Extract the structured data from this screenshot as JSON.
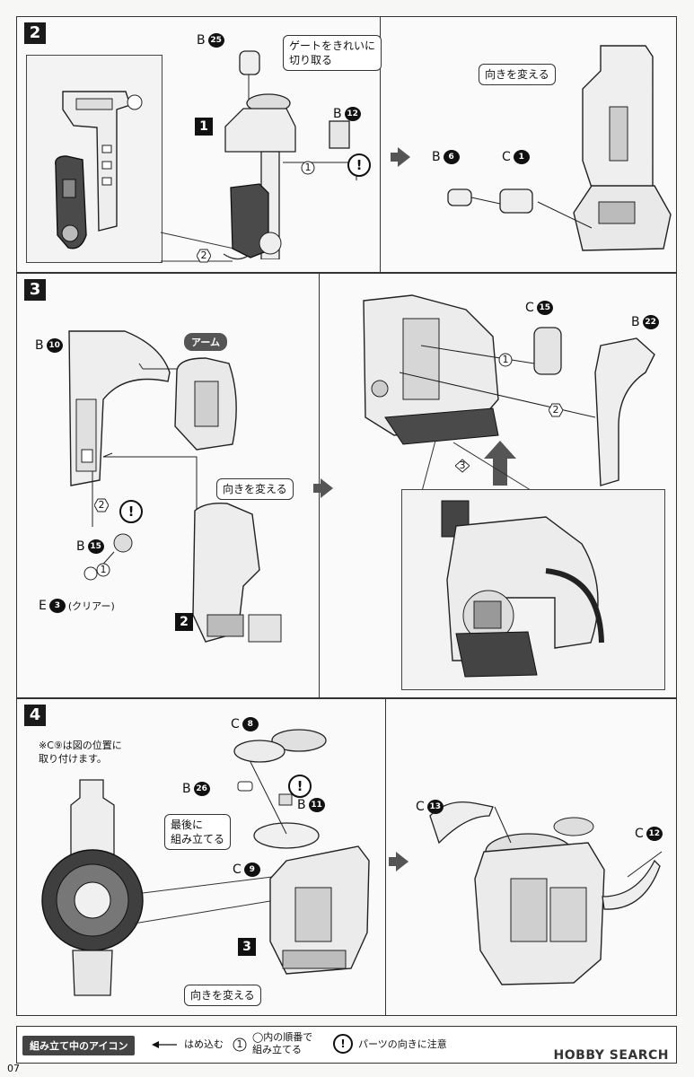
{
  "step2": {
    "number": "2",
    "callout_gate": "ゲートをきれいに\n切り取る",
    "callout_turn": "向きを変える",
    "ref_block": "1",
    "parts": [
      {
        "letter": "B",
        "num": "25"
      },
      {
        "letter": "B",
        "num": "12"
      },
      {
        "letter": "B",
        "num": "6"
      },
      {
        "letter": "C",
        "num": "1"
      }
    ],
    "order": [
      "1",
      "2"
    ],
    "warn": "!"
  },
  "step3": {
    "number": "3",
    "tag_arm": "アーム",
    "callout_turn": "向きを変える",
    "ref_block": "2",
    "parts": [
      {
        "letter": "B",
        "num": "10"
      },
      {
        "letter": "B",
        "num": "15"
      },
      {
        "letter": "C",
        "num": "15"
      },
      {
        "letter": "B",
        "num": "22"
      }
    ],
    "part_e": {
      "letter": "E",
      "num": "3",
      "suffix": "(クリアー)"
    },
    "order": [
      "2",
      "1",
      "1",
      "2",
      "3"
    ],
    "warn": "!"
  },
  "step4": {
    "number": "4",
    "note_c9": "※C⑨は図の位置に\n取り付けます。",
    "callout_last": "最後に\n組み立てる",
    "callout_turn": "向きを変える",
    "ref_block": "3",
    "parts": [
      {
        "letter": "C",
        "num": "8"
      },
      {
        "letter": "B",
        "num": "26"
      },
      {
        "letter": "B",
        "num": "11"
      },
      {
        "letter": "C",
        "num": "9"
      },
      {
        "letter": "C",
        "num": "13"
      },
      {
        "letter": "C",
        "num": "12"
      }
    ],
    "warn": "!"
  },
  "legend": {
    "title": "組み立て中のアイコン",
    "insert": "はめ込む",
    "order_num": "1",
    "order_text": "◯内の順番で\n組み立てる",
    "warn_text": "パーツの向きに注意",
    "warn": "!"
  },
  "footer": {
    "page": "07",
    "brand": "HOBBY SEARCH"
  }
}
